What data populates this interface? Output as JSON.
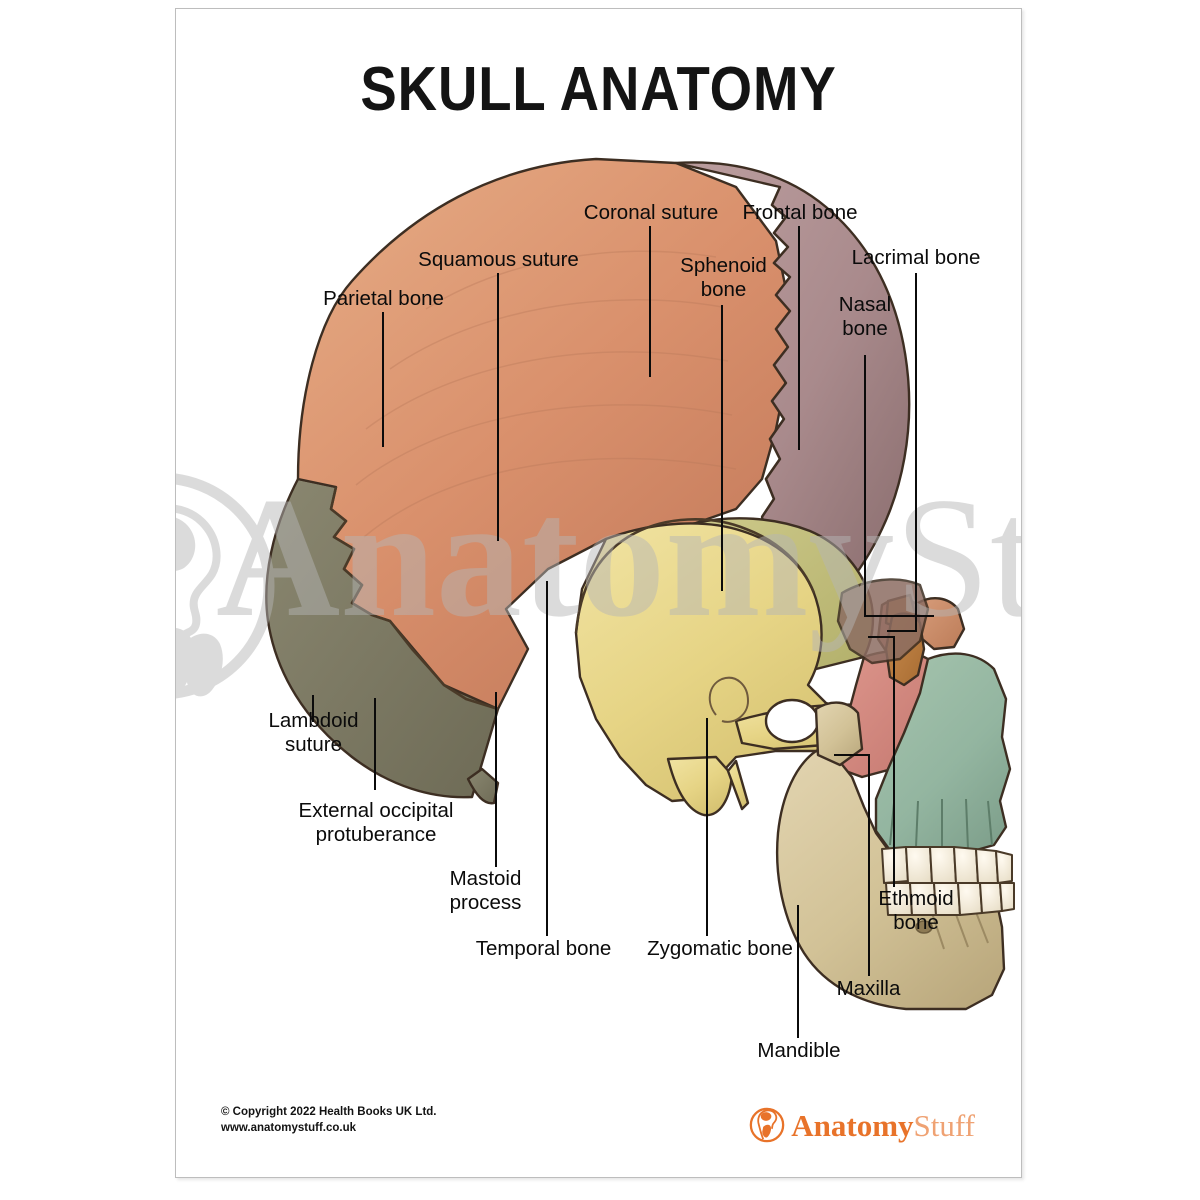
{
  "poster": {
    "title": "SKULL ANATOMY",
    "background_color": "#ffffff",
    "border_color": "#bdbdbd"
  },
  "watermark": {
    "brand_bold": "Anatomy",
    "brand_light": "Stuff",
    "icon": "head-brain-lung-circle-icon",
    "color": "#b6b6b6"
  },
  "illustration": {
    "name": "lateral-skull-illustration",
    "view": "lateral (left side) view of human skull",
    "bone_colors": {
      "parietal": "#d98f6c",
      "frontal": "#a98a8c",
      "temporal": "#e7d687",
      "sphenoid": "#c3c07a",
      "occipital": "#7d7a63",
      "zygomatic": "#d2877f",
      "maxilla": "#93b5a0",
      "mandible": "#d4c49a",
      "nasal": "#cc9070",
      "lacrimal": "#c58a55",
      "ethmoid": "#b9793f",
      "teeth": "#f2ecdc",
      "outline": "#3d2e22"
    }
  },
  "labels": [
    {
      "id": "parietal-bone",
      "text": "Parietal bone"
    },
    {
      "id": "squamous-suture",
      "text": "Squamous suture"
    },
    {
      "id": "coronal-suture",
      "text": "Coronal suture"
    },
    {
      "id": "frontal-bone",
      "text": "Frontal bone"
    },
    {
      "id": "sphenoid-bone",
      "text": "Sphenoid\nbone"
    },
    {
      "id": "lacrimal-bone",
      "text": "Lacrimal bone"
    },
    {
      "id": "nasal-bone",
      "text": "Nasal\nbone"
    },
    {
      "id": "lambdoid-suture",
      "text": "Lambdoid\nsuture"
    },
    {
      "id": "external-occipital-protuberance",
      "text": "External occipital\nprotuberance"
    },
    {
      "id": "mastoid-process",
      "text": "Mastoid\nprocess"
    },
    {
      "id": "temporal-bone",
      "text": "Temporal bone"
    },
    {
      "id": "zygomatic-bone",
      "text": "Zygomatic bone"
    },
    {
      "id": "ethmoid-bone",
      "text": "Ethmoid\nbone"
    },
    {
      "id": "maxilla",
      "text": "Maxilla"
    },
    {
      "id": "mandible",
      "text": "Mandible"
    }
  ],
  "label_text": {
    "parietal_bone": "Parietal bone",
    "squamous_suture": "Squamous suture",
    "coronal_suture": "Coronal suture",
    "frontal_bone": "Frontal bone",
    "sphenoid_bone_l1": "Sphenoid",
    "sphenoid_bone_l2": "bone",
    "lacrimal_bone": "Lacrimal bone",
    "nasal_bone_l1": "Nasal",
    "nasal_bone_l2": "bone",
    "lambdoid_suture_l1": "Lambdoid",
    "lambdoid_suture_l2": "suture",
    "external_occipital_l1": "External occipital",
    "external_occipital_l2": "protuberance",
    "mastoid_process_l1": "Mastoid",
    "mastoid_process_l2": "process",
    "temporal_bone": "Temporal bone",
    "zygomatic_bone": "Zygomatic bone",
    "ethmoid_bone_l1": "Ethmoid",
    "ethmoid_bone_l2": "bone",
    "maxilla": "Maxilla",
    "mandible": "Mandible"
  },
  "footer": {
    "copyright_line1": "© Copyright 2022 Health Books UK Ltd.",
    "copyright_line2": "www.anatomystuff.co.uk",
    "logo_bold": "Anatomy",
    "logo_light": "Stuff",
    "logo_icon": "anatomystuff-circle-logo-icon",
    "logo_color": "#e8732a"
  }
}
